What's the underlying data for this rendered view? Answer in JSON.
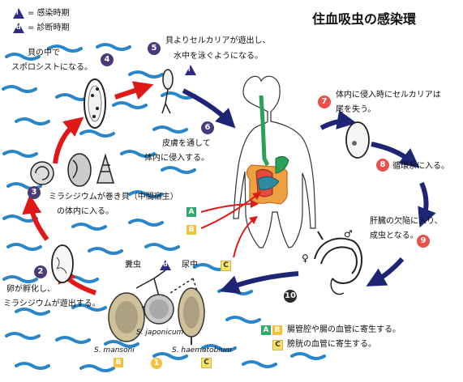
{
  "title": "住血吸虫の感染環",
  "legend": {
    "infect_symbol": "i",
    "infect_label": "= 感染時期",
    "diag_symbol": "d",
    "diag_label": "= 診断時期"
  },
  "steps": {
    "s2": {
      "num": "2",
      "line1": "卵が孵化し、",
      "line2": "ミラシジウムが遊出する。"
    },
    "s3": {
      "num": "3",
      "line1": "ミラシジウムが巻き貝（中間宿主）",
      "line2": "の体内に入る。"
    },
    "s4": {
      "num": "4",
      "line1": "貝の中で",
      "line2": "スポロシストになる。"
    },
    "s5": {
      "num": "5",
      "line1": "貝よりセルカリアが遊出し、",
      "line2": "水中を泳ぐようになる。"
    },
    "s6": {
      "num": "6",
      "line1": "皮膚を通して",
      "line2": "体内に侵入する。"
    },
    "s7": {
      "num": "7",
      "line1": "体内に侵入時にセルカリアは",
      "line2": "尾を失う。"
    },
    "s8": {
      "num": "8",
      "line1": "循環系に入る。"
    },
    "s9": {
      "num": "9",
      "line1": "肝臓の欠陥に入り、",
      "line2": "成虫となる。"
    },
    "s10": {
      "num": "10"
    },
    "s1": {
      "num": "1"
    }
  },
  "markers": {
    "i": "i",
    "d": "d",
    "A": "A",
    "B": "B",
    "C": "C"
  },
  "eggs": {
    "feces": "糞虫",
    "urine": "尿中",
    "mansoni": "S. mansoni",
    "japonicum": "S. japonicum",
    "haematobium": "S. haematobium"
  },
  "notes": {
    "ab": "腸管腔や腸の血管に寄生する。",
    "c": "膀胱の血管に寄生する。"
  },
  "sex": {
    "male": "♂",
    "female": "♀"
  },
  "colors": {
    "water": "#2a86c8",
    "red_arrow": "#e01818",
    "navy_arrow": "#1e2575",
    "purple": "#2e2a85",
    "marker_A": "#2fa86a",
    "marker_B": "#f2c23a",
    "marker_C": "#f7e36a"
  }
}
